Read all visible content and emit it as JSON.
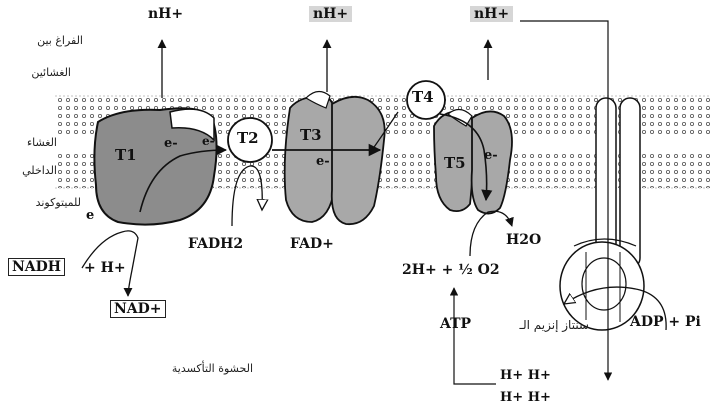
{
  "labels": {
    "nh_left": "nH+",
    "nh_mid": "nH+",
    "nh_right": "nH+",
    "arabic_intermembrane_1": "الفراغ بين",
    "arabic_intermembrane_2": "الغشائين",
    "arabic_inner_1": "الغشاء",
    "arabic_inner_2": "الداخلي",
    "arabic_inner_3": "للميتوكوند",
    "arabic_matrix": "الحشوة التأكسدية",
    "arabic_atp_synthase": "سنتاز إنزيم الـ",
    "t1": "T1",
    "t2": "T2",
    "t3": "T3",
    "t4": "T4",
    "t5": "T5",
    "e_t1": "e-",
    "e_t2": "e-",
    "e_t3": "e-",
    "e_t5": "e-",
    "e_left": "e",
    "nadh": "NADH",
    "plus_h": "+ H+",
    "nad": "NAD+",
    "fadh2": "FADH2",
    "fad": "FAD+",
    "h2o": "H2O",
    "oxygen_eq": "2H+ + ½ O2",
    "atp": "ATP",
    "adp_pi": "ADP + Pi",
    "h_row1": "H+  H+",
    "h_row2": "H+  H+"
  }
}
